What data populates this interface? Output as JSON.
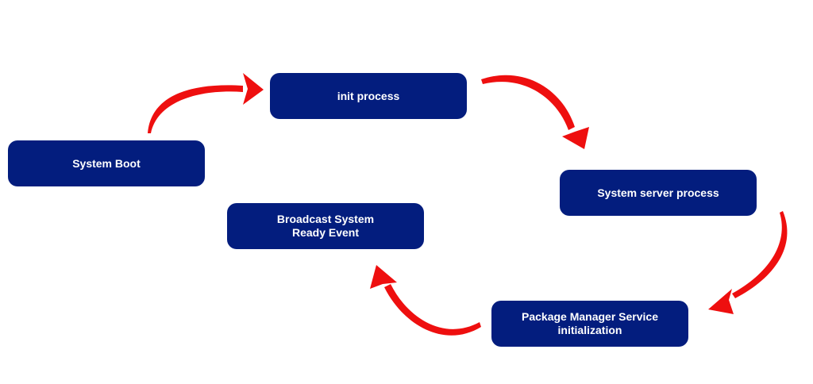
{
  "diagram": {
    "accent_color": "#031d7e",
    "arrow_color": "#ee0f0f",
    "nodes": {
      "system_boot": {
        "line1": "System Boot"
      },
      "init_process": {
        "line1": "init process"
      },
      "system_server": {
        "line1": "System server process"
      },
      "package_manager": {
        "line1": "Package Manager Service",
        "line2": "initialization"
      },
      "broadcast": {
        "line1": "Broadcast System",
        "line2": "Ready Event"
      }
    }
  }
}
